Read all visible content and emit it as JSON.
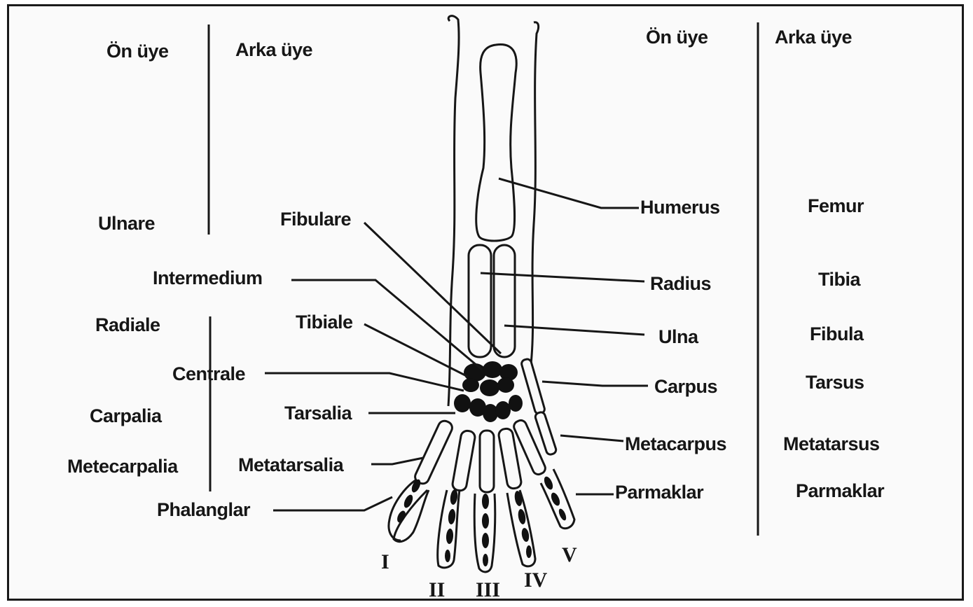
{
  "left_table": {
    "header_fore": "Ön üye",
    "header_hind": "Arka üye",
    "ulnare": "Ulnare",
    "fibulare": "Fibulare",
    "intermedium": "Intermedium",
    "radiale": "Radiale",
    "tibiale": "Tibiale",
    "centrale": "Centrale",
    "carpalia": "Carpalia",
    "tarsalia": "Tarsalia",
    "metacarpalia": "Metecarpalia",
    "metatarsalia": "Metatarsalia",
    "phalanges": "Phalanglar"
  },
  "right_table": {
    "header_fore": "Ön üye",
    "header_hind": "Arka üye",
    "rows": [
      {
        "fore": "Humerus",
        "hind": "Femur"
      },
      {
        "fore": "Radius",
        "hind": "Tibia"
      },
      {
        "fore": "Ulna",
        "hind": "Fibula"
      },
      {
        "fore": "Carpus",
        "hind": "Tarsus"
      },
      {
        "fore": "Metacarpus",
        "hind": "Metatarsus"
      },
      {
        "fore": "Parmaklar",
        "hind": "Parmaklar"
      }
    ]
  },
  "digits": [
    "I",
    "II",
    "III",
    "IV",
    "V"
  ]
}
